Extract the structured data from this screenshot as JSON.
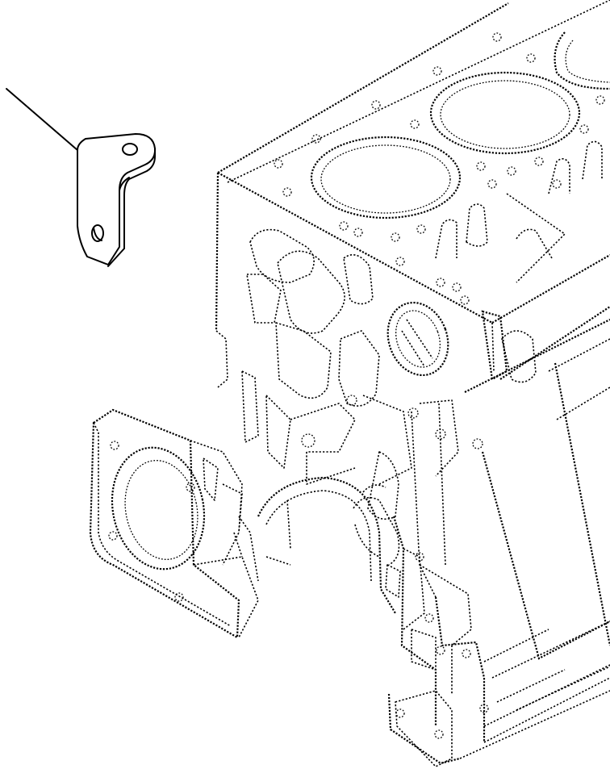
{
  "diagram": {
    "style": "exploded-parts-line-drawing",
    "line_color": "#000000",
    "background": "#ffffff",
    "parts": [
      {
        "id": "bracket",
        "kind": "solid-outline"
      },
      {
        "id": "engine-block",
        "kind": "phantom-dotted-outline"
      }
    ]
  }
}
